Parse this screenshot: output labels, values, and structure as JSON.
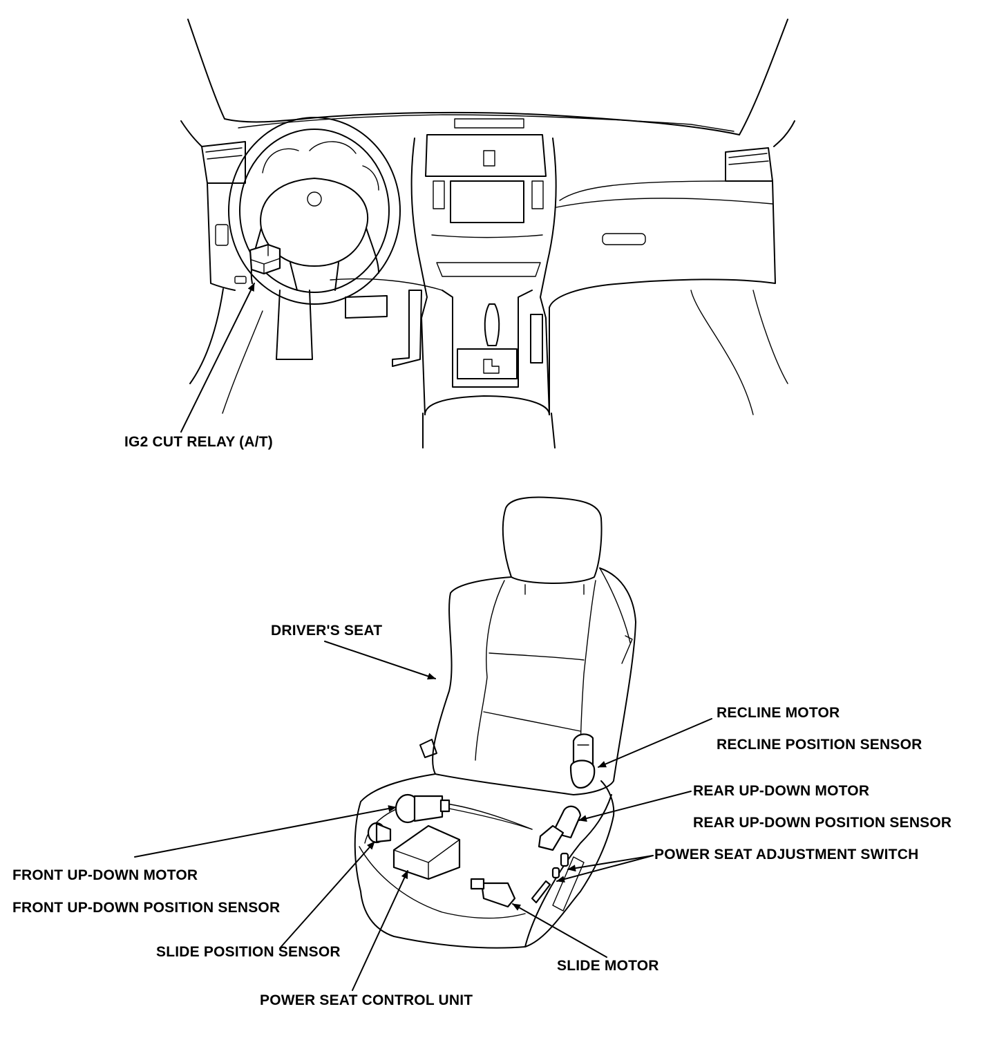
{
  "labels": {
    "ig2_cut_relay": "IG2 CUT RELAY (A/T)",
    "drivers_seat": "DRIVER'S SEAT",
    "recline_motor": "RECLINE MOTOR",
    "recline_position_sensor": "RECLINE POSITION SENSOR",
    "rear_up_down_motor": "REAR UP-DOWN MOTOR",
    "rear_up_down_position_sensor": "REAR UP-DOWN POSITION SENSOR",
    "power_seat_adjustment_switch": "POWER SEAT ADJUSTMENT SWITCH",
    "front_up_down_motor": "FRONT UP-DOWN MOTOR",
    "front_up_down_position_sensor": "FRONT UP-DOWN POSITION SENSOR",
    "slide_position_sensor": "SLIDE POSITION SENSOR",
    "slide_motor": "SLIDE MOTOR",
    "power_seat_control_unit": "POWER SEAT CONTROL UNIT"
  }
}
